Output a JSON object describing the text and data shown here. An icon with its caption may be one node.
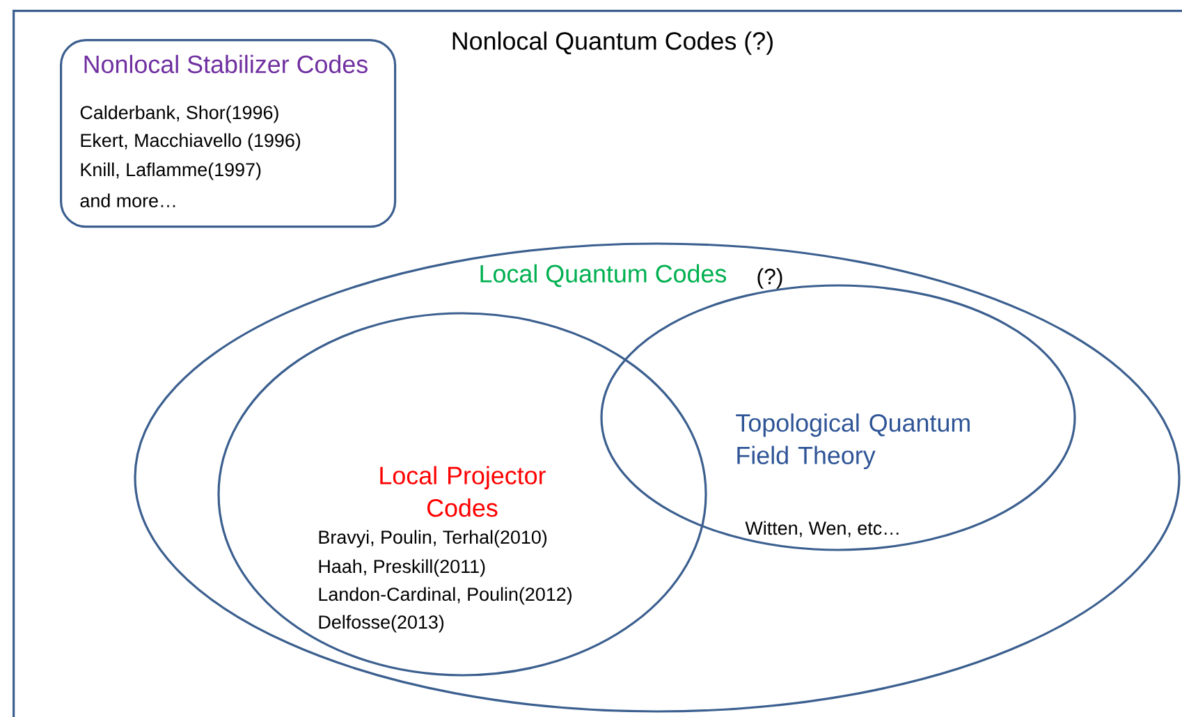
{
  "diagram": {
    "nodes": [
      {
        "text": [
          "Nonlocal Quantum Codes   (?)"
        ]
      },
      {
        "text": [
          "Nonlocal Stabilizer Codes",
          "Calderbank, Shor(1996)",
          "Ekert, Macchiavello (1996)",
          "Knill, Laflamme(1997)",
          "and more…"
        ],
        "in": 0
      },
      {
        "text": [
          "Local Quantum Codes",
          "(?)"
        ],
        "in": 0
      },
      {
        "text": [
          "Local Projector Codes",
          "Bravyi, Poulin, Terhal(2010)",
          "Haah, Preskill(2011)",
          "Landon-Cardinal, Poulin(2012)",
          "Delfosse(2013)"
        ],
        "in": 2
      },
      {
        "text": [
          "Topological Quantum Field Theory",
          "Witten, Wen, etc…"
        ],
        "in": 2
      }
    ],
    "edges": []
  }
}
